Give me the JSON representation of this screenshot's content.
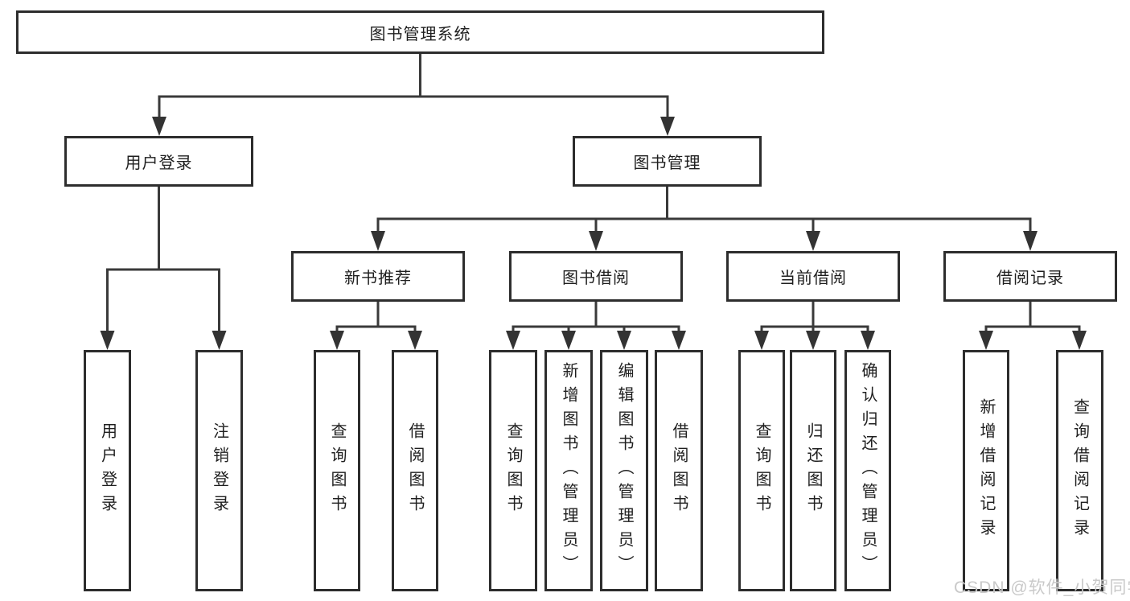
{
  "nodes": {
    "root": "图书管理系统",
    "level2": [
      "用户登录",
      "图书管理"
    ],
    "level3": [
      "新书推荐",
      "图书借阅",
      "当前借阅",
      "借阅记录"
    ],
    "leaves": {
      "user_login": [
        "用户登录",
        "注销登录"
      ],
      "new_book_recommend": [
        "查询图书",
        "借阅图书"
      ],
      "book_borrow": [
        "查询图书",
        "新增图书（管理员）",
        "编辑图书（管理员）",
        "借阅图书"
      ],
      "current_borrow": [
        "查询图书",
        "归还图书",
        "确认归还（管理员）"
      ],
      "borrow_records": [
        "新增借阅记录",
        "查询借阅记录"
      ]
    }
  },
  "watermark": "CSDN @软件_小贺同学",
  "colors": {
    "line": "#3a3a3a",
    "node_border": "#2d2d2d",
    "node_fill": "#ffffff",
    "text": "#1f1f1f",
    "watermark": "#c9c9c9",
    "background": "#ffffff"
  }
}
